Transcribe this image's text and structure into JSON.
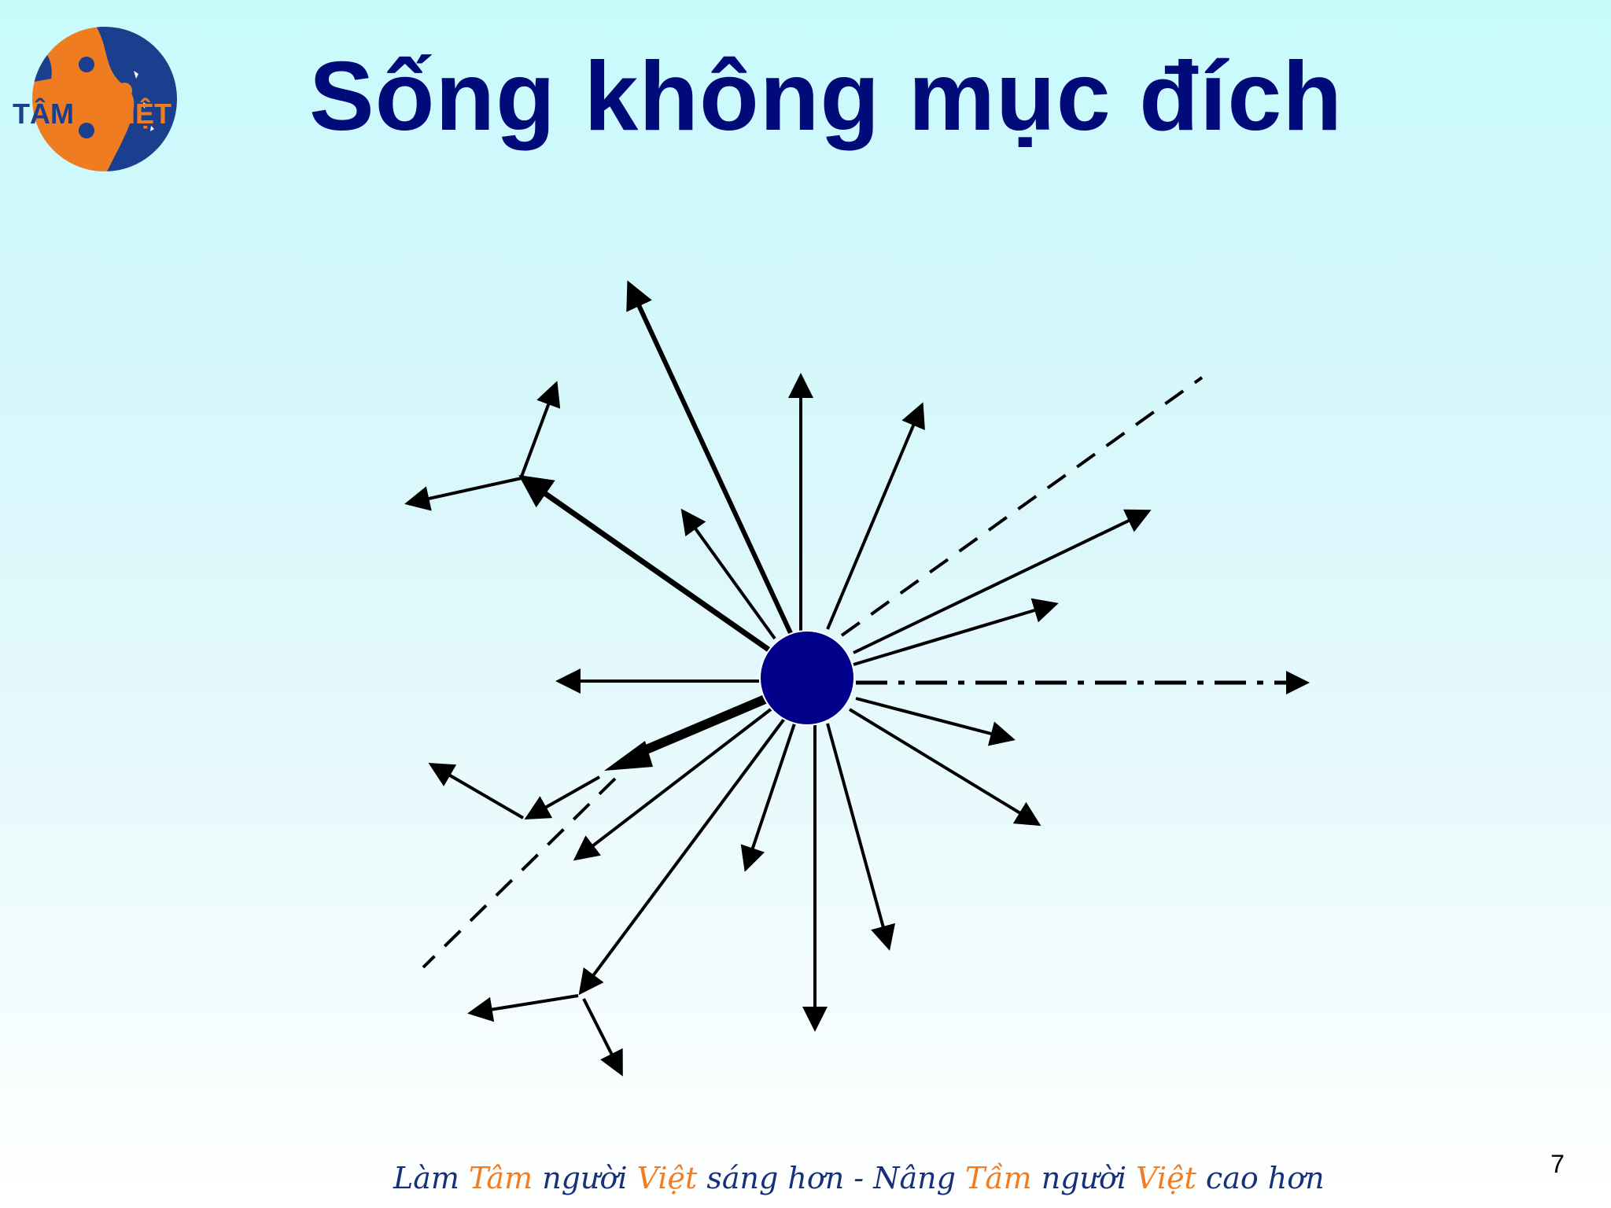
{
  "slide": {
    "title": "Sống không mục đích",
    "page_number": "7"
  },
  "logo": {
    "text_left": "TÂM",
    "text_right": "VIỆT",
    "colors": {
      "globe_blue": "#1b3f8e",
      "globe_orange": "#f07c22",
      "text_blue": "#1b3f8e",
      "text_orange": "#f07c22"
    }
  },
  "footer": {
    "parts": [
      {
        "text": "Làm ",
        "highlight": false
      },
      {
        "text": "Tâm",
        "highlight": true
      },
      {
        "text": " người ",
        "highlight": false
      },
      {
        "text": "Việt",
        "highlight": true
      },
      {
        "text": " sáng hơn - Nâng ",
        "highlight": false
      },
      {
        "text": "Tầm",
        "highlight": true
      },
      {
        "text": " người ",
        "highlight": false
      },
      {
        "text": "Việt",
        "highlight": true
      },
      {
        "text": " cao hơn",
        "highlight": false
      }
    ]
  },
  "diagram": {
    "center_fill": "#00008b",
    "arrow_color": "#000000",
    "title_color": "#000a78"
  }
}
